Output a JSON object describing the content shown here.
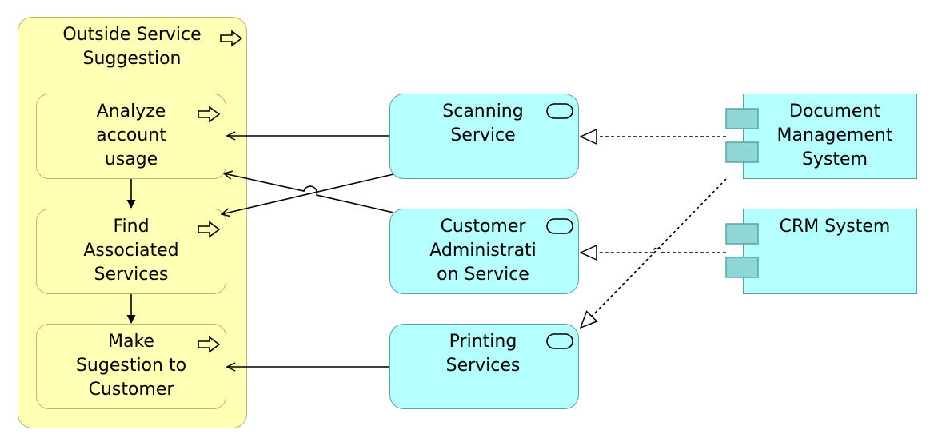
{
  "outer_process": {
    "label": [
      "Outside Service",
      "Suggestion"
    ]
  },
  "processes": [
    {
      "id": "analyze",
      "label": [
        "Analyze",
        "account",
        "usage"
      ]
    },
    {
      "id": "find",
      "label": [
        "Find",
        "Associated",
        "Services"
      ]
    },
    {
      "id": "make",
      "label": [
        "Make",
        "Sugestion to",
        "Customer"
      ]
    }
  ],
  "services": [
    {
      "id": "scanning",
      "label": [
        "Scanning",
        "Service"
      ]
    },
    {
      "id": "customer_admin",
      "label": [
        "Customer",
        "Administrati",
        "on Service"
      ]
    },
    {
      "id": "printing",
      "label": [
        "Printing",
        "Services"
      ]
    }
  ],
  "components": [
    {
      "id": "dms",
      "label": [
        "Document",
        "Management",
        "System"
      ]
    },
    {
      "id": "crm",
      "label": [
        "CRM System"
      ]
    }
  ],
  "colors": {
    "process_fill": "#ffffb5",
    "process_border": "#b8b86a",
    "service_fill": "#b5ffff",
    "service_border": "#5aa3a3",
    "component_port_fill": "#8fd6d6"
  }
}
